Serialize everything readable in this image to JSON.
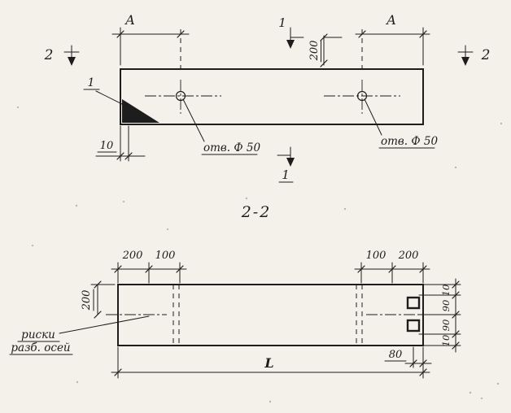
{
  "sheet": {
    "background": "#f3f1ea",
    "ink": "#1d1d1d"
  },
  "top_view": {
    "dim_a_left": "A",
    "dim_a_right": "A",
    "section1_top_label": "1",
    "section1_bottom_label": "1",
    "section2_left_label": "2",
    "section2_right_label": "2",
    "corner_callout_label": "1",
    "dim_edge_to_hole": "200",
    "dim_corner_offset": "10",
    "hole_label_left": "отв. Ф 50",
    "hole_label_right": "отв. Ф 50"
  },
  "section_view": {
    "title": "2-2",
    "dim_top_left_200": "200",
    "dim_top_left_100": "100",
    "dim_top_right_100": "100",
    "dim_top_right_200": "200",
    "dim_left_200": "200",
    "dim_right_10_top": "10",
    "dim_right_90_upper": "90",
    "dim_right_90_lower": "90",
    "dim_right_10_bottom": "10",
    "dim_80": "80",
    "dim_length": "L",
    "note_line1": "риски",
    "note_line2": "разб. осей"
  }
}
